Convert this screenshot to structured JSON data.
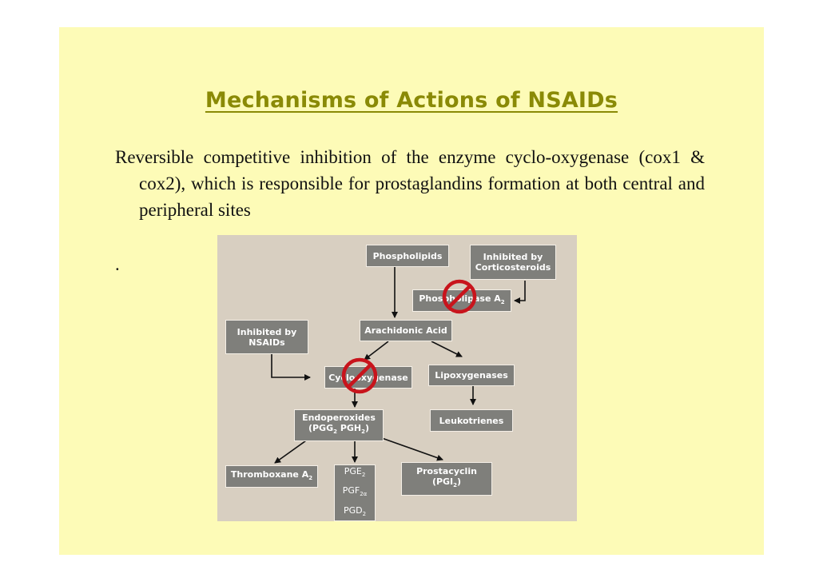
{
  "title": "Mechanisms of Actions of NSAIDs",
  "body": {
    "text": "Reversible competitive inhibition of the enzyme cyclo-oxygenase (cox1 & cox2), which is responsible for prostaglandins formation at both central and peripheral sites",
    "trailing": "."
  },
  "diagram": {
    "nodes": {
      "phospholipids": "Phospholipids",
      "inhibited_cortico_1": "Inhibited by",
      "inhibited_cortico_2": "Corticosteroids",
      "phospholipase": "Phospholipase A",
      "phospholipase_sub": "2",
      "arachidonic": "Arachidonic Acid",
      "inhibited_nsaids_1": "Inhibited by",
      "inhibited_nsaids_2": "NSAIDs",
      "cyclooxygenase": "Cyclooxygenase",
      "lipoxygenases": "Lipoxygenases",
      "endoperoxides_1": "Endoperoxides",
      "endoperoxides_2a": "(PGG",
      "endoperoxides_2b": "2",
      "endoperoxides_2c": " PGH",
      "endoperoxides_2d": "2",
      "endoperoxides_2e": ")",
      "leukotrienes": "Leukotrienes",
      "thromboxane": "Thromboxane A",
      "thromboxane_sub": "2",
      "pge": "PGE",
      "pge_sub": "2",
      "pgf": "PGF",
      "pgf_sub": "2α",
      "pgd": "PGD",
      "pgd_sub": "2",
      "prostacyclin_1": "Prostacyclin",
      "prostacyclin_2a": "(PGI",
      "prostacyclin_2b": "2",
      "prostacyclin_2c": ")"
    },
    "colors": {
      "box": "#7f7f7b",
      "background": "#d8cfc1",
      "block_symbol": "#c8141c"
    },
    "icons": [
      "no-symbol-icon",
      "no-symbol-icon"
    ]
  },
  "colors": {
    "slide_background": "#fdfbb7",
    "title": "#8a8a06"
  }
}
